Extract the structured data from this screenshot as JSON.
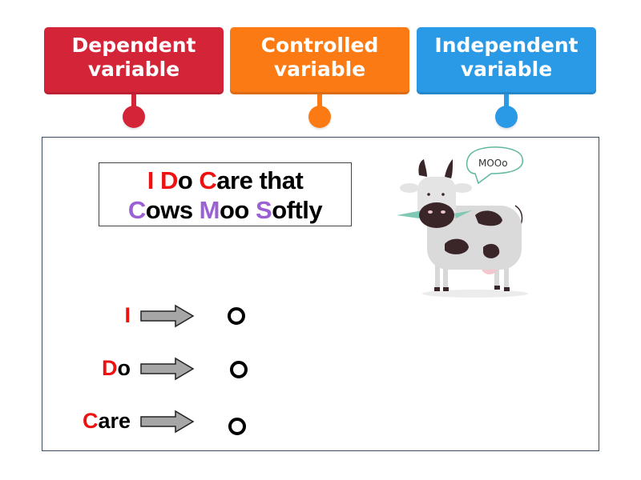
{
  "labels": [
    {
      "line1": "Dependent",
      "line2": "variable",
      "color": "#d42538"
    },
    {
      "line1": "Controlled",
      "line2": "variable",
      "color": "#fb7a14"
    },
    {
      "line1": "Independent",
      "line2": "variable",
      "color": "#2a9ae6"
    }
  ],
  "mnemonic": {
    "line1": [
      {
        "text": "I",
        "color": "red"
      },
      {
        "text": " ",
        "color": "black"
      },
      {
        "text": "D",
        "color": "red"
      },
      {
        "text": "o ",
        "color": "black"
      },
      {
        "text": "C",
        "color": "red"
      },
      {
        "text": "are that",
        "color": "black"
      }
    ],
    "line2": [
      {
        "text": "C",
        "color": "purple"
      },
      {
        "text": "ows ",
        "color": "black"
      },
      {
        "text": "M",
        "color": "purple"
      },
      {
        "text": "oo ",
        "color": "black"
      },
      {
        "text": "S",
        "color": "purple"
      },
      {
        "text": "oftly",
        "color": "black"
      }
    ]
  },
  "cow": {
    "speech": "MOOo"
  },
  "rows": [
    {
      "initial": "I",
      "rest": ""
    },
    {
      "initial": "D",
      "rest": "o"
    },
    {
      "initial": "C",
      "rest": "are"
    }
  ],
  "colors": {
    "red": "#ee1111",
    "purple": "#9b61d3",
    "board_border": "#3a4a66"
  }
}
